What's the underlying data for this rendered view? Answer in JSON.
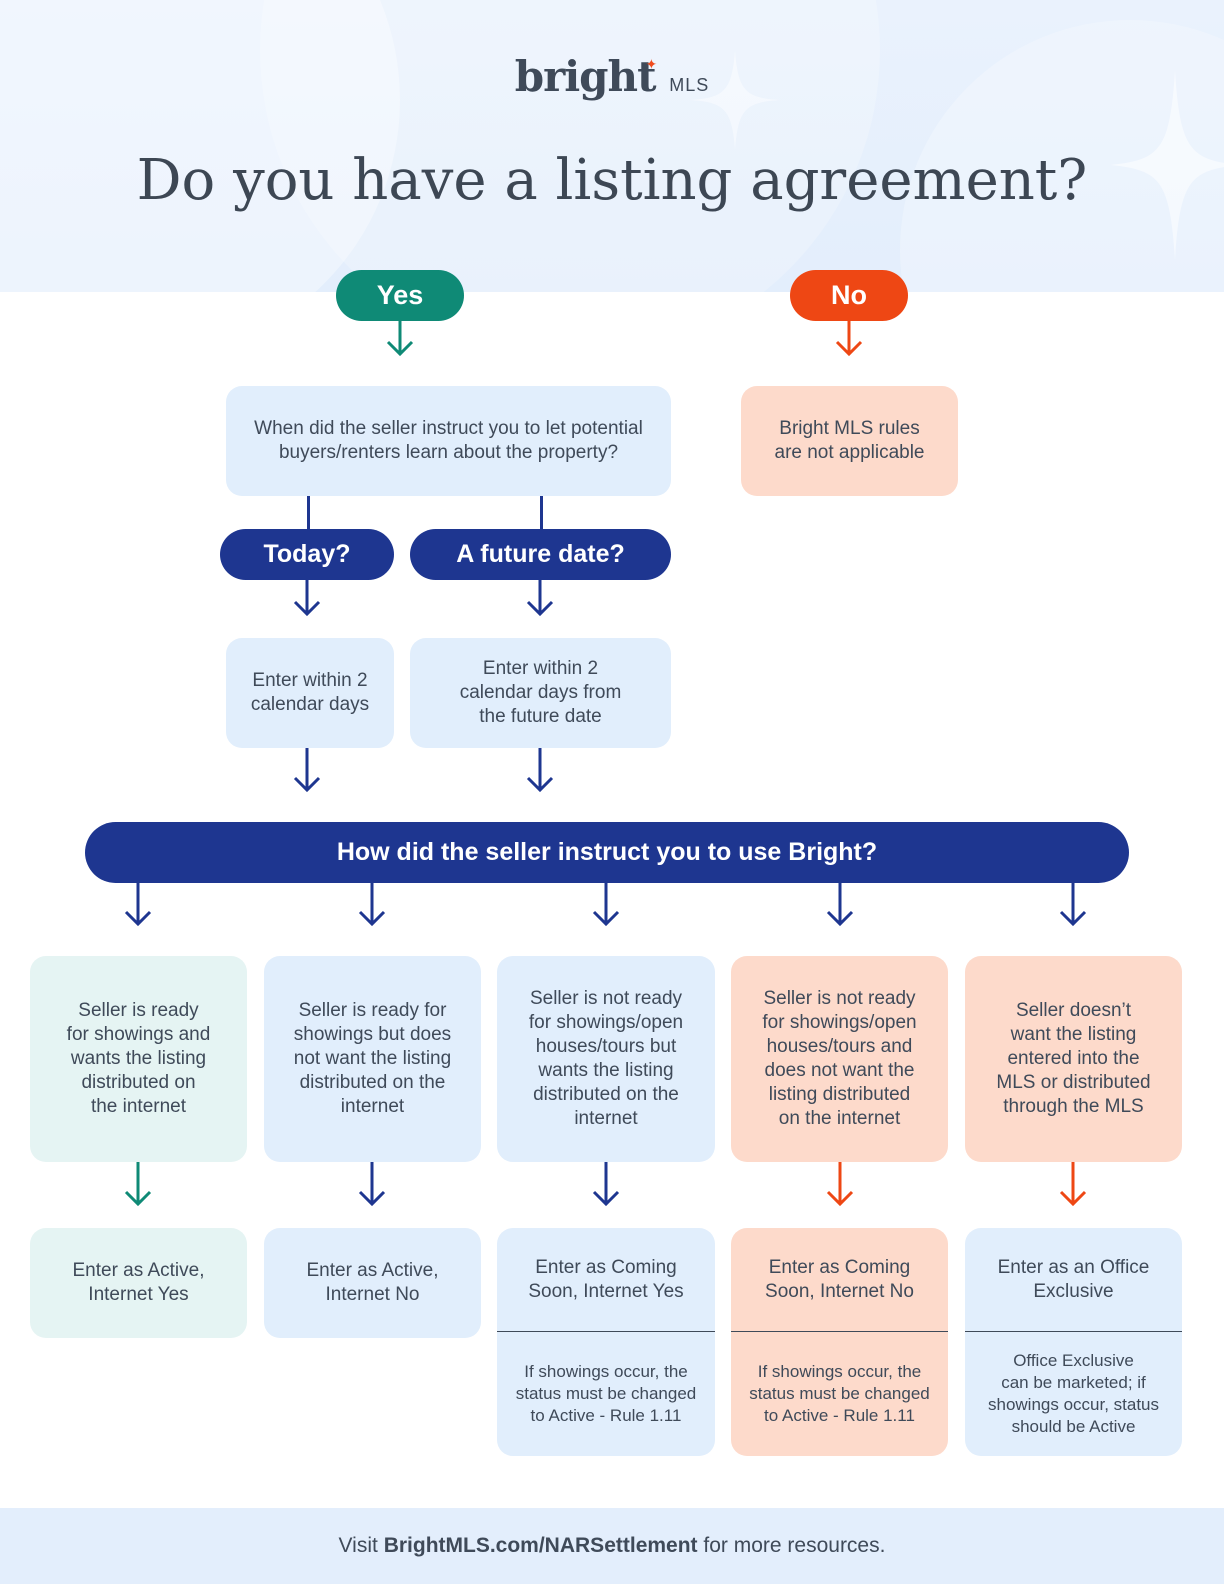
{
  "header": {
    "logo_word": "bright",
    "logo_suffix": "MLS",
    "title": "Do you have a listing agreement?"
  },
  "answers": {
    "yes": "Yes",
    "no": "No"
  },
  "when_question": "When did the seller instruct you to let potential\nbuyers/renters learn about the property?",
  "not_applicable": "Bright MLS rules\nare not applicable",
  "timing": {
    "today": "Today?",
    "future": "A future date?",
    "today_result": "Enter within 2\ncalendar days",
    "future_result": "Enter within 2\ncalendar days from\nthe future date"
  },
  "how_question": "How did the seller instruct you to use Bright?",
  "scenarios": [
    "Seller is ready\nfor showings and\nwants the listing\ndistributed on\nthe internet",
    "Seller is ready for\nshowings but does\nnot want the listing\ndistributed on the\ninternet",
    "Seller is not ready\nfor showings/open\nhouses/tours but\nwants the listing\ndistributed on the\ninternet",
    "Seller is not ready\nfor showings/open\nhouses/tours and\ndoes not want the\nlisting distributed\non the internet",
    "Seller doesn’t\nwant the listing\nentered into the\nMLS or distributed\nthrough the MLS"
  ],
  "outcomes": [
    {
      "title": "Enter as Active,\nInternet Yes"
    },
    {
      "title": "Enter as Active,\nInternet No"
    },
    {
      "title": "Enter as Coming\nSoon, Internet Yes",
      "note": "If showings occur, the\nstatus must be changed\nto Active - Rule 1.11"
    },
    {
      "title": "Enter as Coming\nSoon, Internet No",
      "note": "If showings occur, the\nstatus must be changed\nto Active - Rule 1.11"
    },
    {
      "title": "Enter as an Office\nExclusive",
      "note": "Office Exclusive\ncan be marketed; if\nshowings occur, status\nshould be Active"
    }
  ],
  "footer": {
    "prefix": "Visit",
    "link": "BrightMLS.com/NARSettlement",
    "suffix": "for more resources."
  },
  "colors": {
    "green": "#0f8a76",
    "red": "#ee4714",
    "navy": "#1e3690",
    "blue_box": "#e1eefc",
    "peach_box": "#fddacb",
    "mint_box": "#e5f4f3"
  }
}
